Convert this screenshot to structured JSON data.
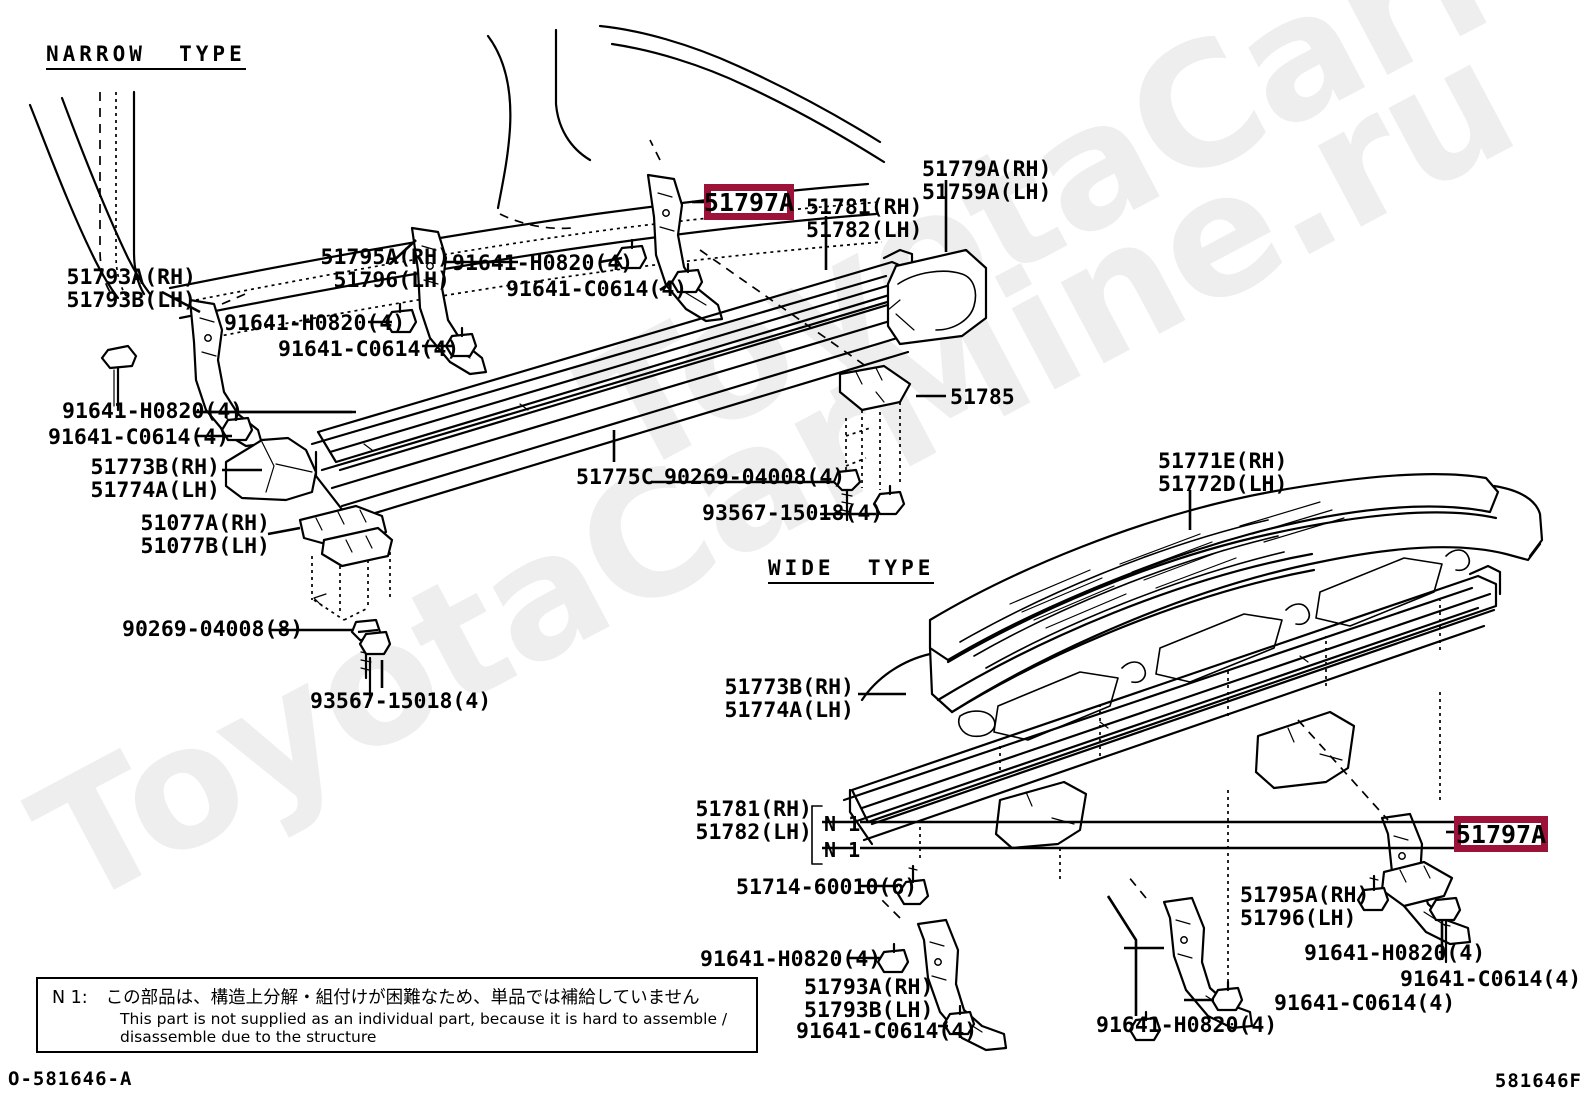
{
  "meta": {
    "accent_color": "#9c1238",
    "watermark_color": "#eeeeee",
    "background": "#ffffff",
    "watermark_line1": "ToyotaCarMine.ru",
    "watermark_line2": "ToyotaCarMine.ru",
    "code_bottom_left": "O-581646-A",
    "code_bottom_right": "581646F"
  },
  "sections": {
    "narrow": "NARROW  TYPE",
    "wide": "WIDE  TYPE"
  },
  "highlights": [
    {
      "id": "hl-top",
      "value": "51797A"
    },
    {
      "id": "hl-bottom",
      "value": "51797A"
    }
  ],
  "note": {
    "tag": "N 1:",
    "japanese": "この部品は、構造上分解・組付けが困難なため、単品では補給していません",
    "english_line1": "This part is not supplied as an individual part, because it is hard to assemble /",
    "english_line2": "disassemble due to the structure"
  },
  "n1_markers": [
    {
      "id": "n1-a",
      "text": "N 1"
    },
    {
      "id": "n1-b",
      "text": "N 1"
    }
  ],
  "labels": {
    "narrow": [
      {
        "id": "lbl-51793-narrow",
        "lines": "51793A(RH)\n51793B(LH)"
      },
      {
        "id": "lbl-51795-narrow",
        "lines": "51795A(RH)\n51796(LH)"
      },
      {
        "id": "lbl-91641h-n1",
        "lines": "91641-H0820(4)"
      },
      {
        "id": "lbl-91641c-n1",
        "lines": "91641-C0614(4)"
      },
      {
        "id": "lbl-91641h-n2",
        "lines": "91641-H0820(4)"
      },
      {
        "id": "lbl-91641c-n2",
        "lines": "91641-C0614(4)"
      },
      {
        "id": "lbl-91641h-n3",
        "lines": "91641-H0820(4)"
      },
      {
        "id": "lbl-91641c-n3",
        "lines": "91641-C0614(4)"
      },
      {
        "id": "lbl-51773-narrow",
        "lines": "51773B(RH)\n51774A(LH)"
      },
      {
        "id": "lbl-51077",
        "lines": "51077A(RH)\n51077B(LH)"
      },
      {
        "id": "lbl-90269-8",
        "lines": "90269-04008(8)"
      },
      {
        "id": "lbl-93567-left",
        "lines": "93567-15018(4)"
      },
      {
        "id": "lbl-51775c",
        "lines": "51775C"
      },
      {
        "id": "lbl-90269-4",
        "lines": "90269-04008(4)"
      },
      {
        "id": "lbl-93567-mid",
        "lines": "93567-15018(4)"
      },
      {
        "id": "lbl-51785",
        "lines": "51785"
      },
      {
        "id": "lbl-51781-narrow",
        "lines": "51781(RH)\n51782(LH)"
      },
      {
        "id": "lbl-51779",
        "lines": "51779A(RH)\n51759A(LH)"
      }
    ],
    "wide": [
      {
        "id": "lbl-51771",
        "lines": "51771E(RH)\n51772D(LH)"
      },
      {
        "id": "lbl-51773-wide",
        "lines": "51773B(RH)\n51774A(LH)"
      },
      {
        "id": "lbl-51781-wide",
        "lines": "51781(RH)\n51782(LH)"
      },
      {
        "id": "lbl-51714",
        "lines": "51714-60010(6)"
      },
      {
        "id": "lbl-91641h-w1",
        "lines": "91641-H0820(4)"
      },
      {
        "id": "lbl-51793-wide",
        "lines": "51793A(RH)\n51793B(LH)"
      },
      {
        "id": "lbl-91641c-w1",
        "lines": "91641-C0614(4)"
      },
      {
        "id": "lbl-51795-wide",
        "lines": "51795A(RH)\n51796(LH)"
      },
      {
        "id": "lbl-91641h-w2",
        "lines": "91641-H0820(4)"
      },
      {
        "id": "lbl-91641c-w2",
        "lines": "91641-C0614(4)"
      },
      {
        "id": "lbl-91641h-w3",
        "lines": "91641-H0820(4)"
      },
      {
        "id": "lbl-91641c-w3",
        "lines": "91641-C0614(4)"
      }
    ]
  }
}
